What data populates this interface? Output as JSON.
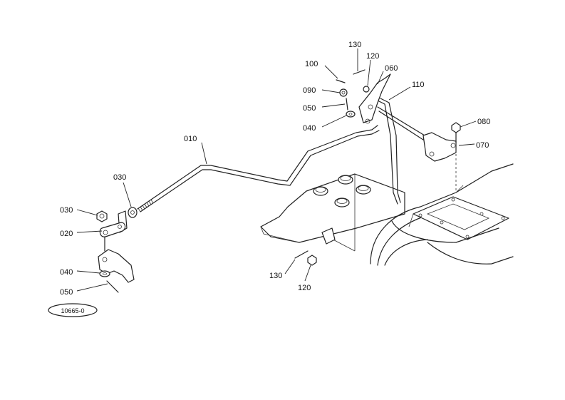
{
  "diagram": {
    "reference_code": "10665-0",
    "callouts": [
      {
        "id": "c010",
        "text": "010"
      },
      {
        "id": "c030a",
        "text": "030"
      },
      {
        "id": "c030b",
        "text": "030"
      },
      {
        "id": "c020",
        "text": "020"
      },
      {
        "id": "c040a",
        "text": "040"
      },
      {
        "id": "c050a",
        "text": "050"
      },
      {
        "id": "c100",
        "text": "100"
      },
      {
        "id": "c130a",
        "text": "130"
      },
      {
        "id": "c120a",
        "text": "120"
      },
      {
        "id": "c060",
        "text": "060"
      },
      {
        "id": "c110",
        "text": "110"
      },
      {
        "id": "c090",
        "text": "090"
      },
      {
        "id": "c050b",
        "text": "050"
      },
      {
        "id": "c040b",
        "text": "040"
      },
      {
        "id": "c080",
        "text": "080"
      },
      {
        "id": "c070",
        "text": "070"
      },
      {
        "id": "c130b",
        "text": "130"
      },
      {
        "id": "c120b",
        "text": "120"
      }
    ]
  }
}
